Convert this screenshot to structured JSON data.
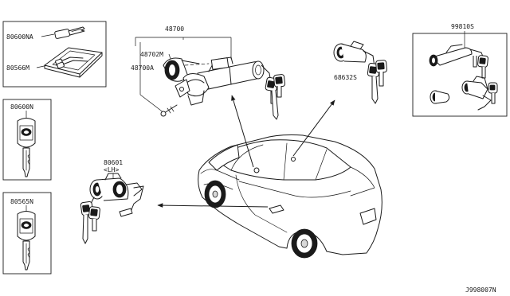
{
  "labels": {
    "p80600NA": "80600NA",
    "p80566M": "80566M",
    "p80600N": "80600N",
    "p80565N": "80565N",
    "p48700": "48700",
    "p48702M": "48702M",
    "p48700A": "48700A",
    "p68632S": "68632S",
    "p99810S": "99810S",
    "p80601": "80601",
    "p80601_side": "<LH>",
    "diagram_code": "J998007N"
  }
}
